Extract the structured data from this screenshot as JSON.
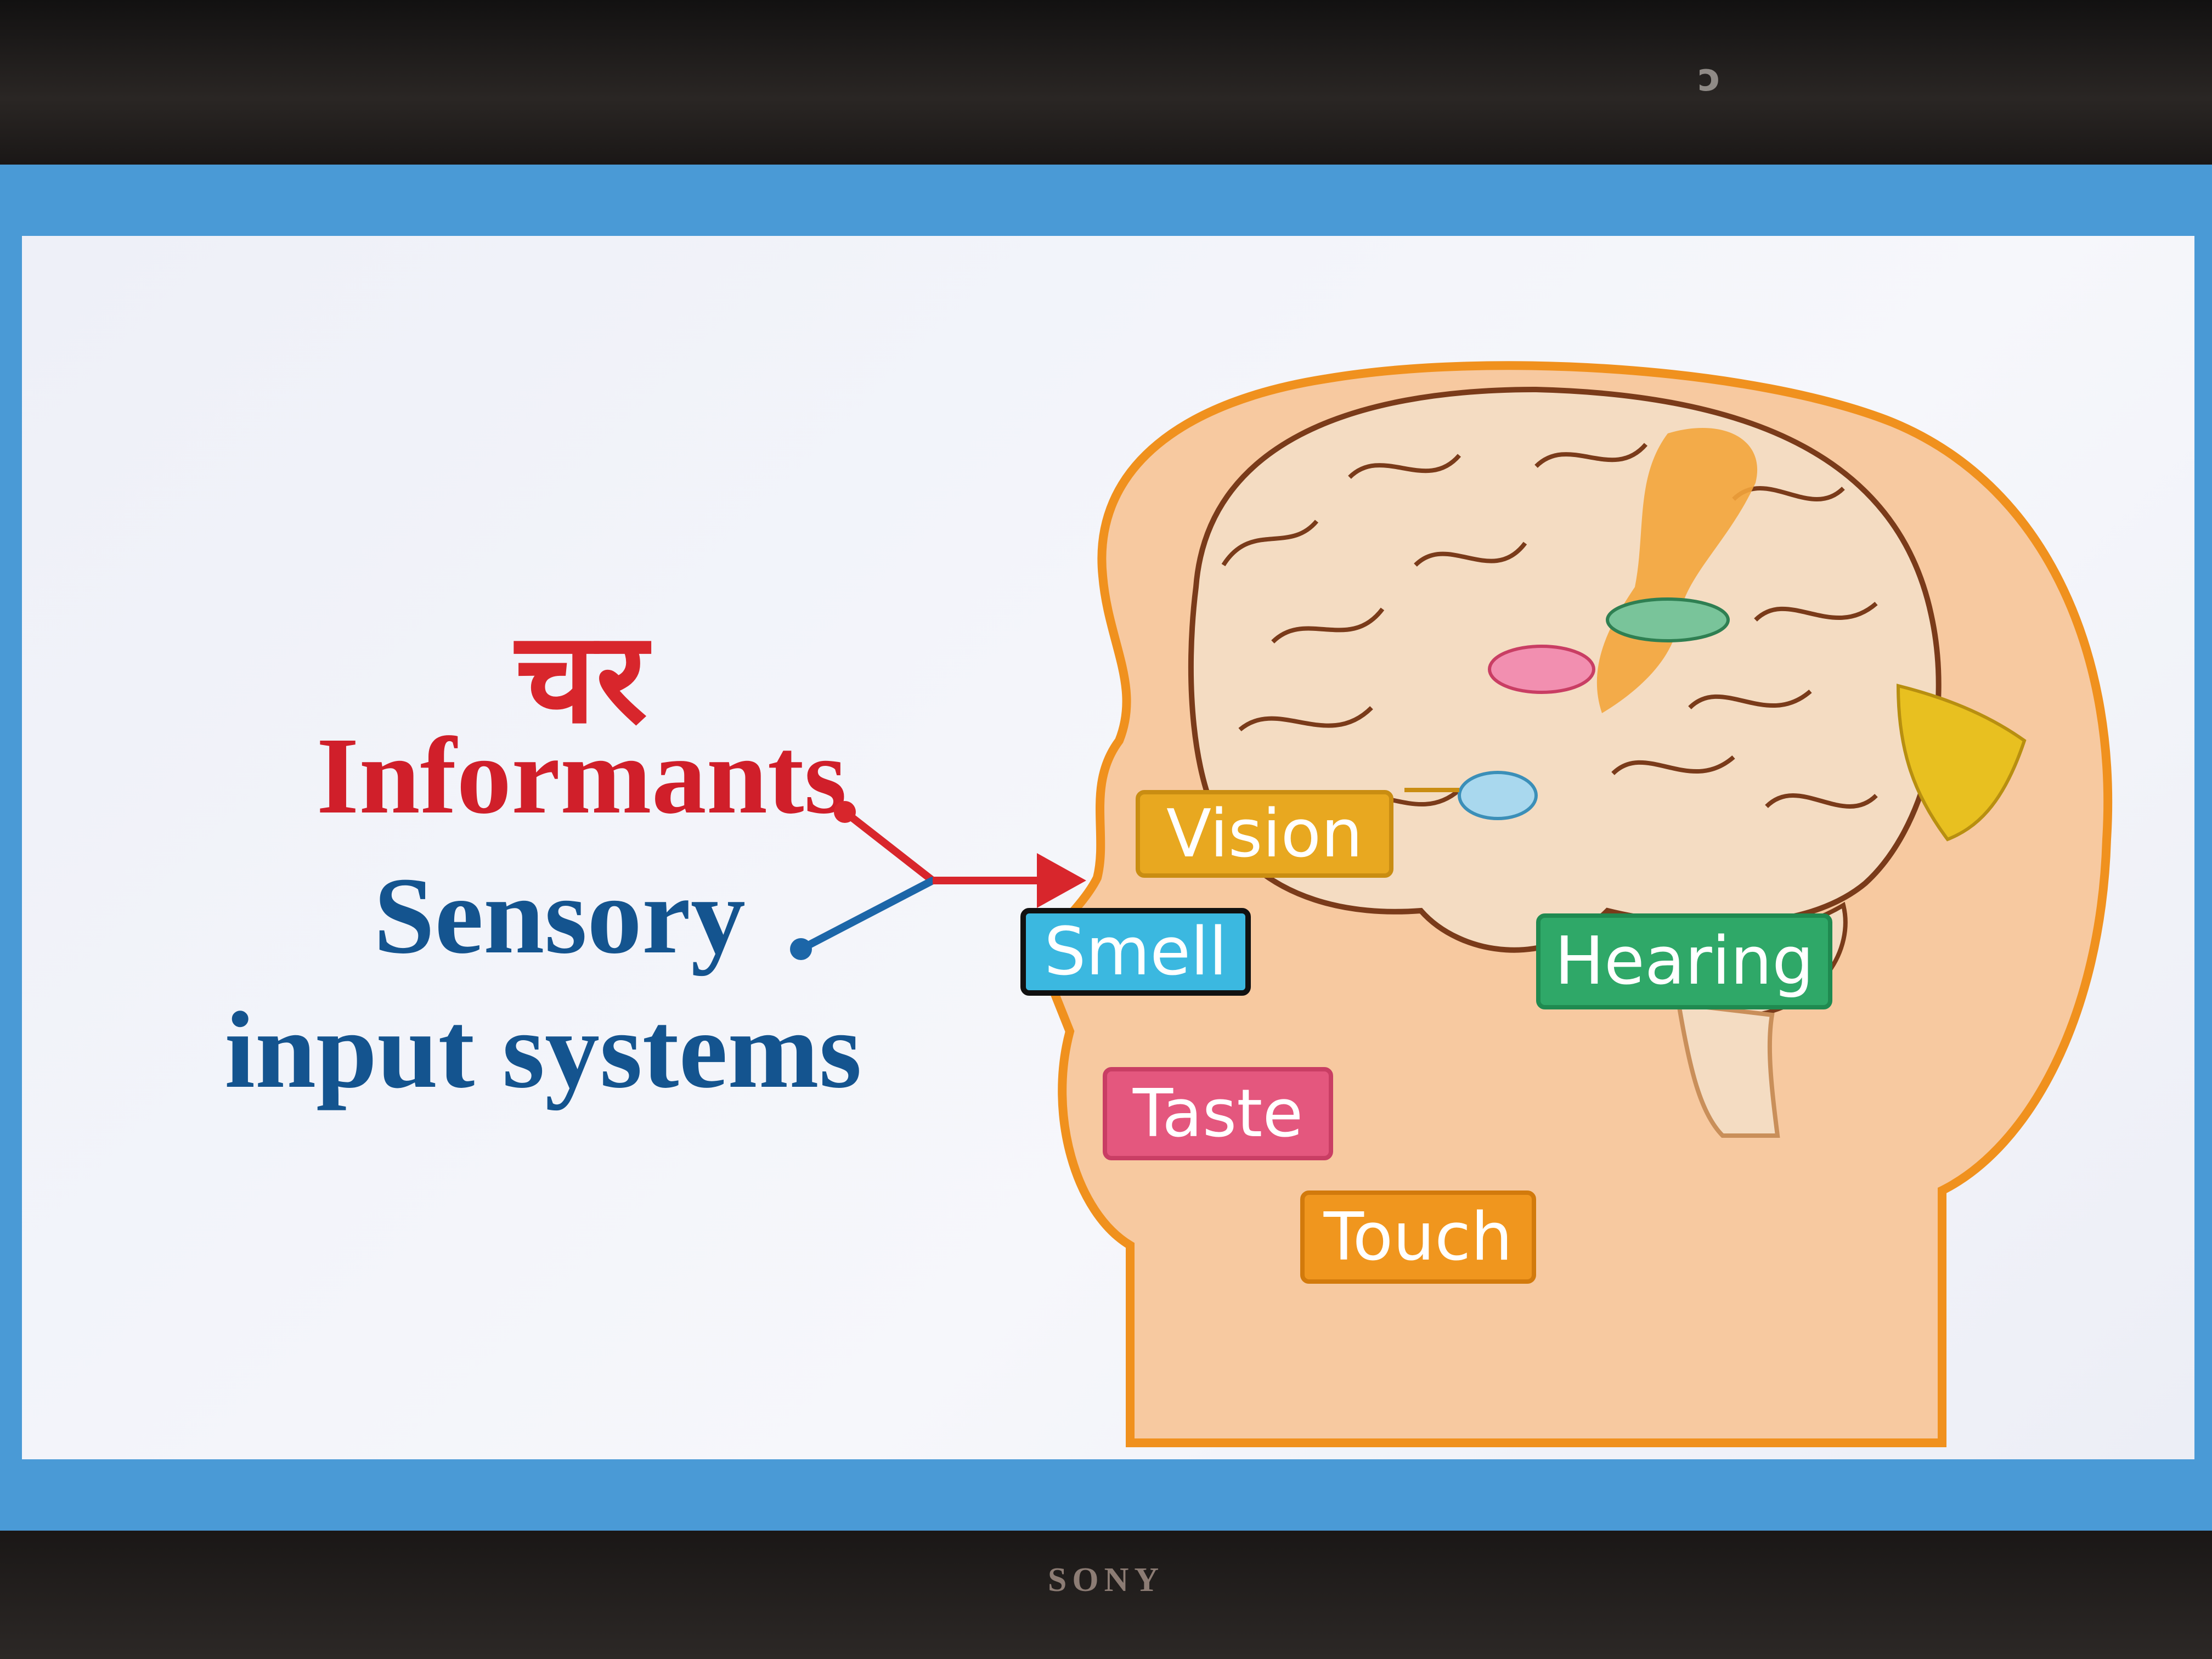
{
  "slide": {
    "hindi_word": "चर",
    "informants": "Informants",
    "sensory": "Sensory",
    "input_systems": "input systems",
    "senses": {
      "vision": "Vision",
      "smell": "Smell",
      "hearing": "Hearing",
      "taste": "Taste",
      "touch": "Touch"
    }
  },
  "monitor": {
    "brand": "SONY"
  },
  "colors": {
    "informants": "#d01f2a",
    "sensory": "#14548f",
    "screen_frame": "#4a9ad6",
    "head_fill": "#f7c9a0",
    "head_outline": "#f0911e"
  }
}
